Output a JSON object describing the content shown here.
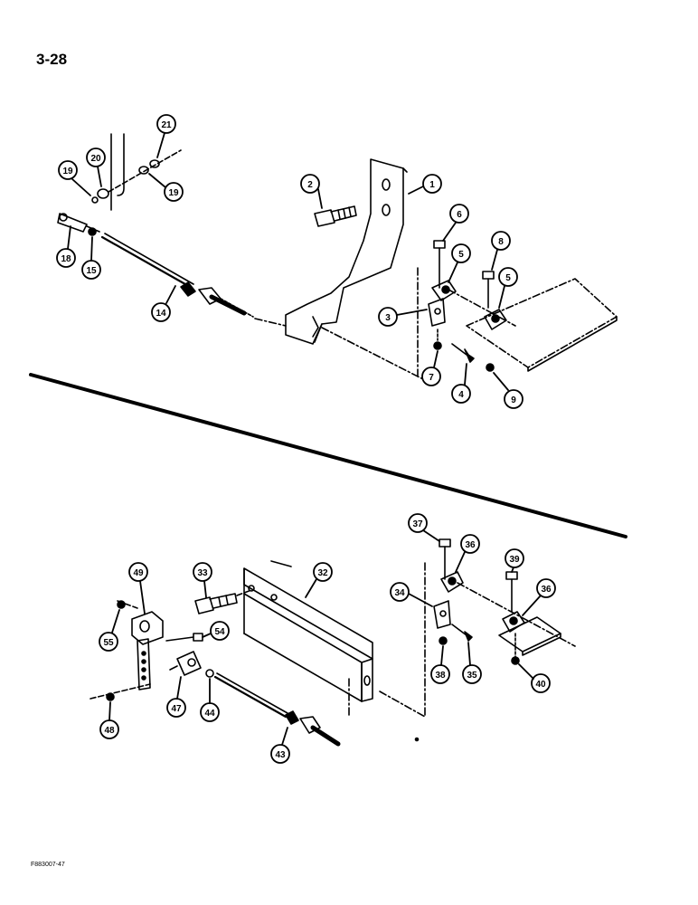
{
  "page": {
    "number": "3-28",
    "figure_code": "F883007-47"
  },
  "callouts": {
    "upper": [
      "1",
      "2",
      "3",
      "4",
      "5",
      "5",
      "6",
      "7",
      "8",
      "9",
      "14",
      "15",
      "18",
      "19",
      "19",
      "20",
      "21"
    ],
    "lower": [
      "32",
      "33",
      "34",
      "35",
      "36",
      "36",
      "37",
      "38",
      "39",
      "40",
      "43",
      "44",
      "47",
      "48",
      "49",
      "54",
      "55"
    ]
  }
}
